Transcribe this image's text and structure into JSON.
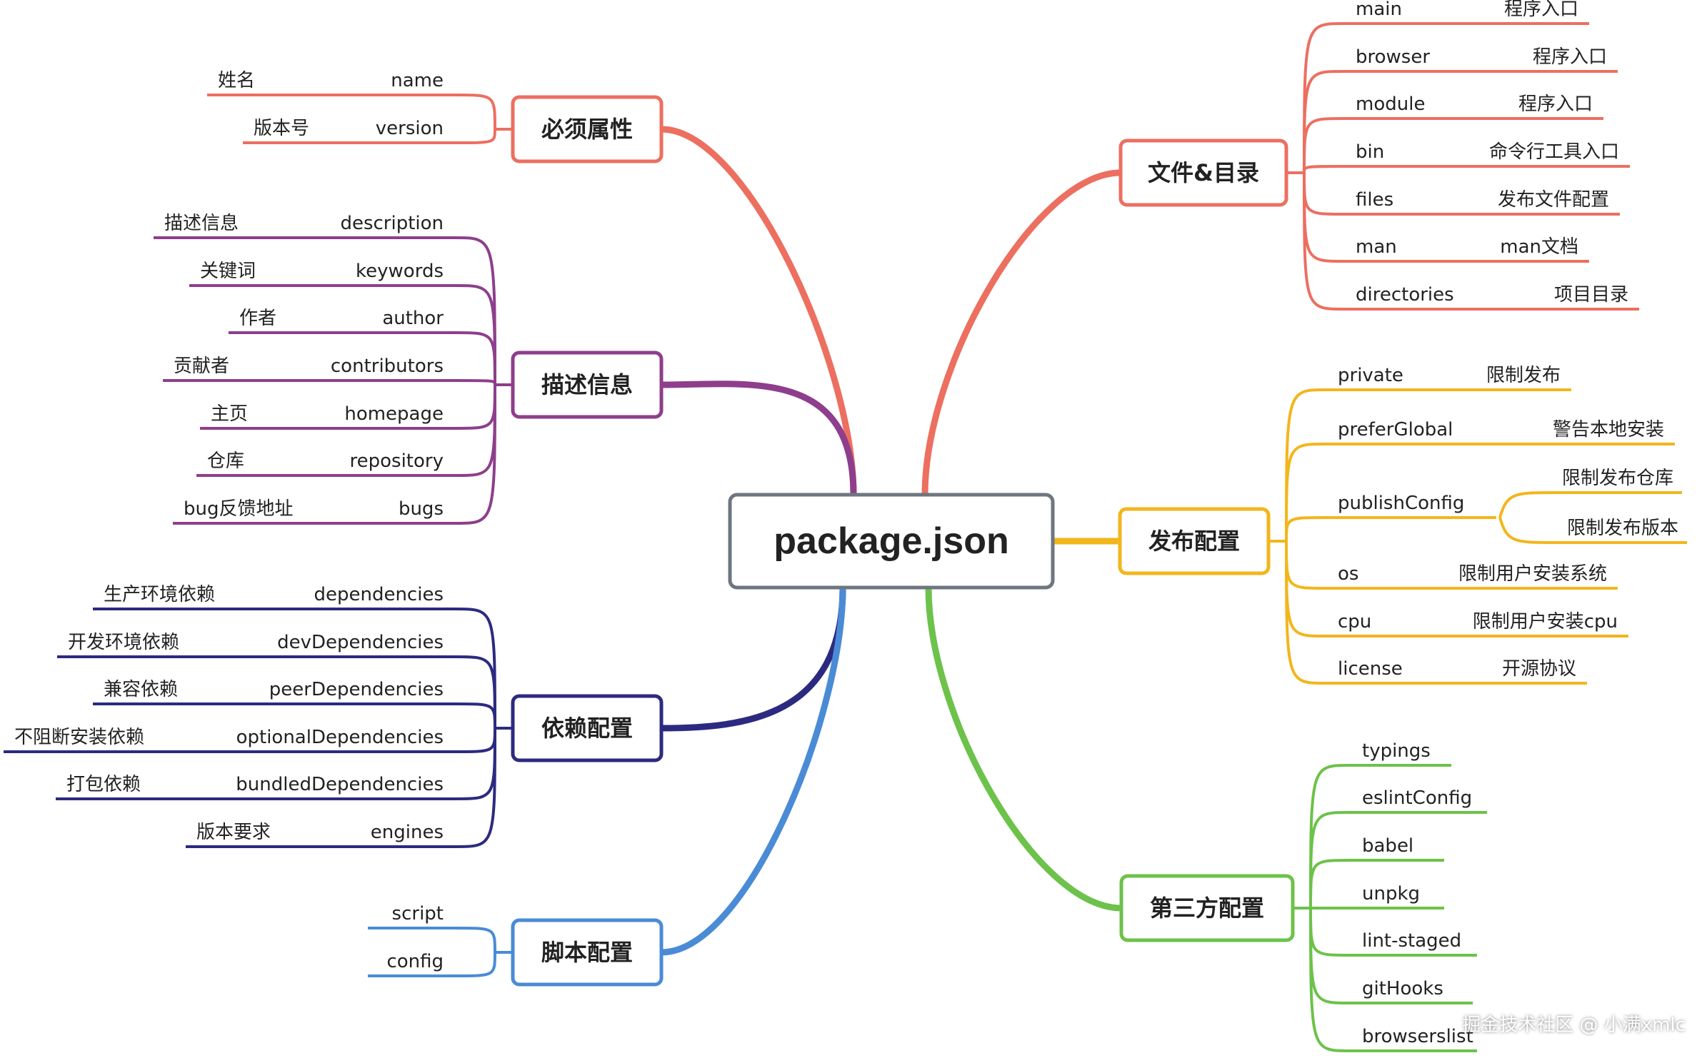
{
  "colors": {
    "required": "#ec6f60",
    "description": "#8e3e8c",
    "dependencies": "#2c2a80",
    "scripts": "#4a8bd6",
    "files": "#ec6f60",
    "publish": "#f2b61c",
    "third_party": "#6cc24a",
    "center_border": "#6e7680",
    "text": "#222222"
  },
  "center": {
    "label": "package.json"
  },
  "branches": [
    {
      "id": "required",
      "label": "必须属性",
      "side": "left",
      "color": "required",
      "items": [
        {
          "key": "name",
          "desc": "姓名"
        },
        {
          "key": "version",
          "desc": "版本号"
        }
      ]
    },
    {
      "id": "description",
      "label": "描述信息",
      "side": "left",
      "color": "description",
      "items": [
        {
          "key": "description",
          "desc": "描述信息"
        },
        {
          "key": "keywords",
          "desc": "关键词"
        },
        {
          "key": "author",
          "desc": "作者"
        },
        {
          "key": "contributors",
          "desc": "贡献者"
        },
        {
          "key": "homepage",
          "desc": "主页"
        },
        {
          "key": "repository",
          "desc": "仓库"
        },
        {
          "key": "bugs",
          "desc": "bug反馈地址"
        }
      ]
    },
    {
      "id": "dependencies",
      "label": "依赖配置",
      "side": "left",
      "color": "dependencies",
      "items": [
        {
          "key": "dependencies",
          "desc": "生产环境依赖"
        },
        {
          "key": "devDependencies",
          "desc": "开发环境依赖"
        },
        {
          "key": "peerDependencies",
          "desc": "兼容依赖"
        },
        {
          "key": "optionalDependencies",
          "desc": "不阻断安装依赖"
        },
        {
          "key": "bundledDependencies",
          "desc": "打包依赖"
        },
        {
          "key": "engines",
          "desc": "版本要求"
        }
      ]
    },
    {
      "id": "scripts",
      "label": "脚本配置",
      "side": "left",
      "color": "scripts",
      "items": [
        {
          "key": "script",
          "desc": ""
        },
        {
          "key": "config",
          "desc": ""
        }
      ]
    },
    {
      "id": "files",
      "label": "文件&目录",
      "side": "right",
      "color": "files",
      "items": [
        {
          "key": "main",
          "desc": "程序入口"
        },
        {
          "key": "browser",
          "desc": "程序入口"
        },
        {
          "key": "module",
          "desc": "程序入口"
        },
        {
          "key": "bin",
          "desc": "命令行工具入口"
        },
        {
          "key": "files",
          "desc": "发布文件配置"
        },
        {
          "key": "man",
          "desc": "man文档"
        },
        {
          "key": "directories",
          "desc": "项目目录"
        }
      ]
    },
    {
      "id": "publish",
      "label": "发布配置",
      "side": "right",
      "color": "publish",
      "items": [
        {
          "key": "private",
          "desc": "限制发布"
        },
        {
          "key": "preferGlobal",
          "desc": "警告本地安装"
        },
        {
          "key": "publishConfig",
          "desc": "",
          "children": [
            "限制发布仓库",
            "限制发布版本"
          ]
        },
        {
          "key": "os",
          "desc": "限制用户安装系统"
        },
        {
          "key": "cpu",
          "desc": "限制用户安装cpu"
        },
        {
          "key": "license",
          "desc": "开源协议"
        }
      ]
    },
    {
      "id": "third_party",
      "label": "第三方配置",
      "side": "right",
      "color": "third_party",
      "items": [
        {
          "key": "typings",
          "desc": ""
        },
        {
          "key": "eslintConfig",
          "desc": ""
        },
        {
          "key": "babel",
          "desc": ""
        },
        {
          "key": "unpkg",
          "desc": ""
        },
        {
          "key": "lint-staged",
          "desc": ""
        },
        {
          "key": "gitHooks",
          "desc": ""
        },
        {
          "key": "browserslist",
          "desc": ""
        }
      ]
    }
  ],
  "watermark": "掘金技术社区 @ 小满xmlc"
}
